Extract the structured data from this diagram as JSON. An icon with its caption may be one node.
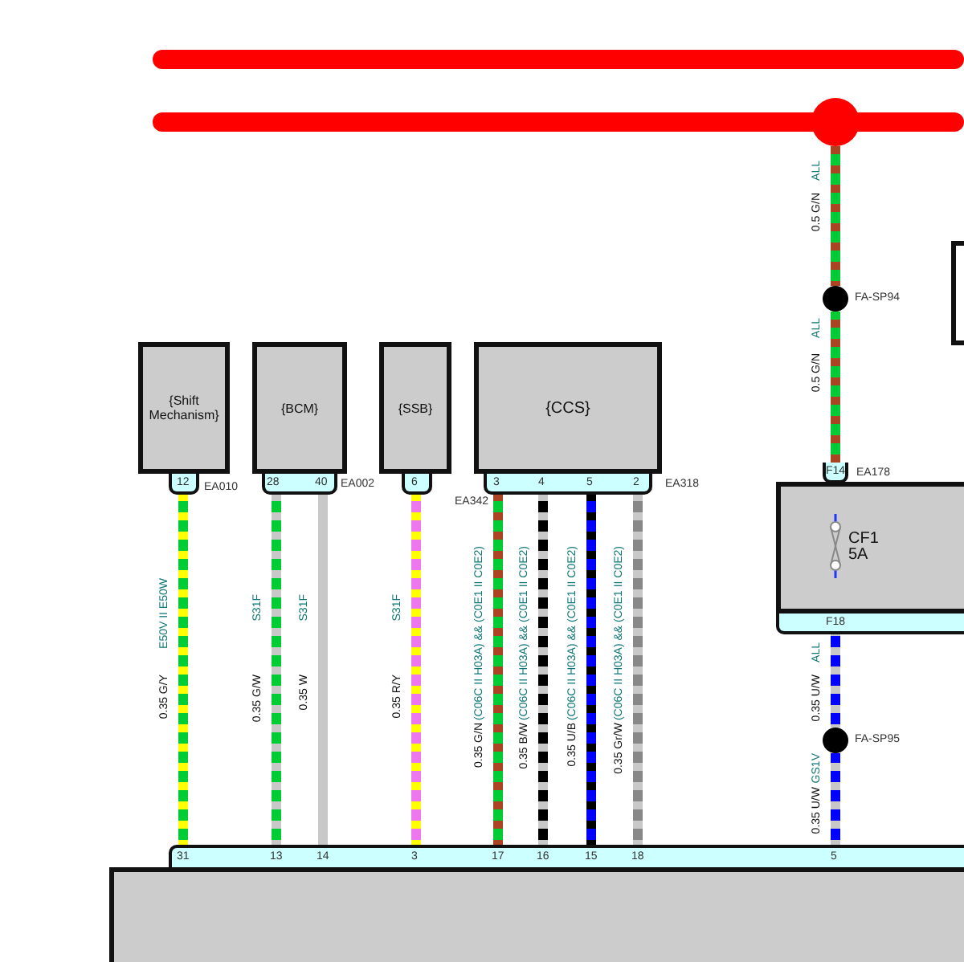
{
  "diagram": {
    "nodes": [
      {
        "text": [],
        "shape": "bar"
      },
      {
        "text": [],
        "shape": "bar"
      },
      {
        "text": [],
        "shape": "circle"
      },
      {
        "text": [],
        "shape": "box"
      },
      {
        "text": [
          "{Shift Mechanism}"
        ]
      },
      {
        "text": [
          "{BCM}"
        ]
      },
      {
        "text": [
          "{SSB}"
        ]
      },
      {
        "text": [
          "{CCS}"
        ]
      },
      {
        "text": [],
        "shape": "circle",
        "beside": [
          "FA-SP94"
        ]
      },
      {
        "text": [],
        "shape": "box"
      },
      {
        "text": [
          "CF1",
          "5A"
        ],
        "in": 9
      },
      {
        "text": [],
        "shape": "circle",
        "beside": [
          "FA-SP95"
        ]
      },
      {
        "text": [],
        "shape": "box"
      }
    ],
    "edges": [
      {
        "from": 4,
        "to": 12,
        "arrow": "none",
        "label": "0.35 G/Y",
        "color": "#00cc33"
      },
      {
        "from": 5,
        "to": 12,
        "arrow": "none",
        "label": "0.35 G/W",
        "color": "#00cc33"
      },
      {
        "from": 5,
        "to": 12,
        "arrow": "none",
        "label": "0.35 W",
        "color": "#c8c8c8"
      },
      {
        "from": 6,
        "to": 12,
        "arrow": "none",
        "label": "0.35 R/Y",
        "color": "#ee77ee"
      },
      {
        "from": 7,
        "to": 12,
        "arrow": "none",
        "label": "0.35 G/N",
        "color": "#00cc33"
      },
      {
        "from": 7,
        "to": 12,
        "arrow": "none",
        "label": "0.35 B/W",
        "color": "#000000"
      },
      {
        "from": 7,
        "to": 12,
        "arrow": "none",
        "label": "0.35 U/B",
        "color": "#0000ff"
      },
      {
        "from": 7,
        "to": 12,
        "arrow": "none",
        "label": "0.35 Gr/W",
        "color": "#888888"
      },
      {
        "from": 2,
        "to": 8,
        "arrow": "none",
        "label": "0.5 G/N",
        "color": "#00cc33"
      },
      {
        "from": 8,
        "to": 9,
        "arrow": "none",
        "label": "0.5 G/N",
        "color": "#00cc33"
      },
      {
        "from": 9,
        "to": 11,
        "arrow": "none",
        "label": "0.35 U/W",
        "color": "#0000ff"
      },
      {
        "from": 11,
        "to": 12,
        "arrow": "none",
        "label": "0.35 U/W",
        "color": "#0000ff"
      }
    ],
    "labels": [
      "EA010",
      "EA002",
      "EA342",
      "EA318",
      "EA178",
      "12",
      "28",
      "40",
      "6",
      "3",
      "4",
      "5",
      "2",
      "F14",
      "F18",
      "31",
      "13",
      "14",
      "3",
      "17",
      "16",
      "15",
      "18",
      "5",
      "E50V II E50W",
      "S31F",
      "S31F",
      "S31F",
      "(C06C II H03A) && (C0E1 II C0E2)",
      "(C06C II H03A) && (C0E1 II C0E2)",
      "(C06C II H03A) && (C0E1 II C0E2)",
      "(C06C II H03A) && (C0E1 II C0E2)",
      "ALL",
      "ALL",
      "ALL",
      "GS1V"
    ]
  }
}
